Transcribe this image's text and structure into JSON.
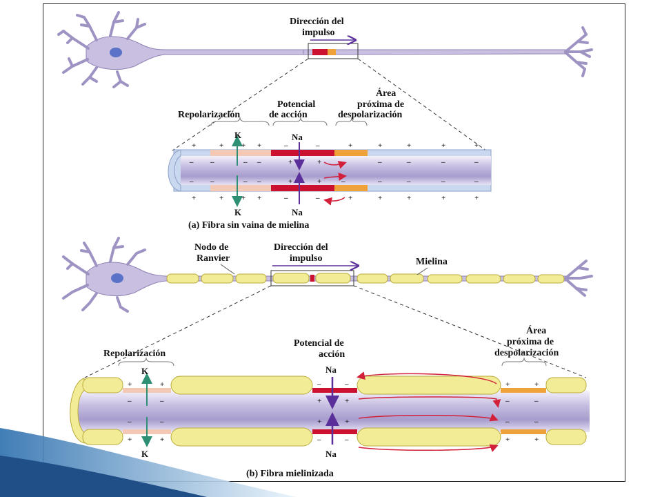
{
  "panel_a": {
    "direction_label_line1": "Dirección del",
    "direction_label_line2": "impulso",
    "repolarization": "Repolarización",
    "action_potential_line1": "Potencial",
    "action_potential_line2": "de acción",
    "next_area_line1": "Área",
    "next_area_line2": "próxima de",
    "next_area_line3": "despolarización",
    "k_ion": "K",
    "na_ion": "Na",
    "caption": "(a) Fibra sin vaina de mielina"
  },
  "panel_b": {
    "node_label_line1": "Nodo de",
    "node_label_line2": "Ranvier",
    "direction_label_line1": "Dirección del",
    "direction_label_line2": "impulso",
    "myelin_label": "Mielina",
    "repolarization": "Repolarización",
    "action_potential_line1": "Potencial de",
    "action_potential_line2": "acción",
    "next_area_line1": "Área",
    "next_area_line2": "próxima de",
    "next_area_line3": "despolarización",
    "k_ion": "K",
    "na_ion": "Na",
    "caption": "(b) Fibra mielinizada"
  },
  "colors": {
    "neuron": "#c9bfe0",
    "neuron_stroke": "#8f82b5",
    "nucleus": "#5a72c8",
    "myelin": "#f3ec96",
    "myelin_stroke": "#b8aa3a",
    "membrane_blue": "#c9d7ef",
    "axon_inner": "#b7aed6",
    "action_red": "#cc1030",
    "repolar_pink": "#f3c9b6",
    "depolar_orange": "#f0a23a",
    "k_arrow": "#2f8f74",
    "na_arrow": "#5a2f9a",
    "current_red": "#d2203a",
    "slide_blue": "#3f86c2"
  }
}
